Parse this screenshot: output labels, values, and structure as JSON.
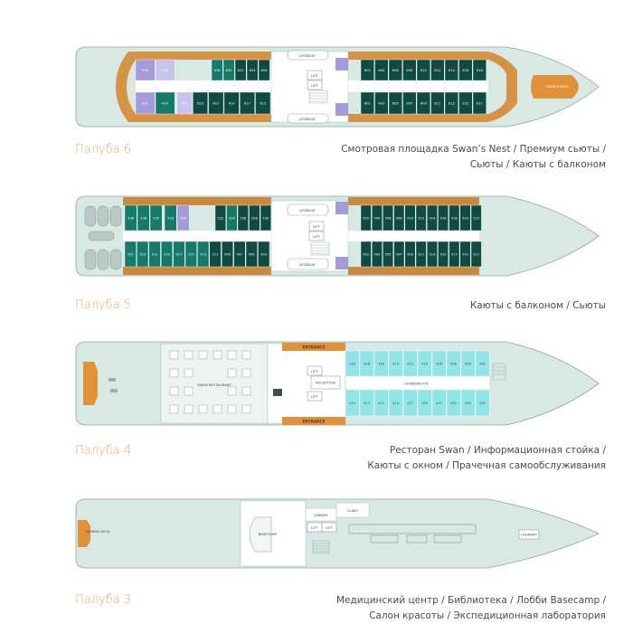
{
  "decks": [
    {
      "title": "Палуба 6",
      "description": [
        "Смотровая площадка Swan’s Nest / Премиум сьюты /",
        "Сьюты / Каюты с балконом"
      ],
      "labels": {
        "swans_nest": "SWAN'S NEST",
        "lifeboat_top": "LIFEBOAT",
        "lifeboat_bottom": "LIFEBOAT",
        "lift": "LIFT",
        "lift2": "LIFT"
      },
      "fwd_top": [
        "602",
        "604",
        "606",
        "608",
        "610",
        "612",
        "614",
        "616",
        "618"
      ],
      "fwd_bottom": [
        "601",
        "603",
        "605",
        "607",
        "609",
        "611",
        "613",
        "615",
        "617"
      ],
      "aft_top": [
        "618",
        "620",
        "622",
        "624",
        "626"
      ],
      "aft_bottom": [
        "625",
        "623",
        "621",
        "619",
        "617",
        "615"
      ],
      "aft_suites": [
        "630",
        "628",
        "631",
        "629"
      ]
    },
    {
      "title": "Палуба 5",
      "description": [
        "Каюты с балконом / Сьюты"
      ],
      "labels": {
        "lifeboat_top": "LIFEBOAT",
        "lifeboat_bottom": "LIFEBOAT",
        "lift": "LIFT",
        "lift2": "LIFT"
      },
      "fwd_top": [
        "502",
        "504",
        "506",
        "508",
        "510",
        "512",
        "514",
        "516",
        "518",
        "520",
        "522"
      ],
      "fwd_bottom": [
        "501",
        "503",
        "505",
        "507",
        "509",
        "511",
        "513",
        "515",
        "517",
        "519",
        "521"
      ],
      "aft_top": [
        "518",
        "520",
        "522",
        "524",
        "526",
        "528",
        "530"
      ],
      "aft_bottom": [
        "525",
        "523",
        "521",
        "519",
        "517",
        "515",
        "513",
        "511",
        "509",
        "507",
        "505",
        "503"
      ],
      "aft_special": [
        "538",
        "536",
        "535"
      ]
    },
    {
      "title": "Палуба 4",
      "description": [
        "Ресторан Swan / Информационная стойка /",
        "Каюты с окном / Прачечная самообслуживания"
      ],
      "labels": {
        "entrance_top": "ENTRANCE",
        "entrance_bottom": "ENTRANCE",
        "reception": "RECEPTION",
        "launderette": "LAUNDERETTE",
        "restaurant": "SWAN RESTAURANT",
        "lift": "LIFT",
        "lift2": "LIFT"
      },
      "top_cabins": [
        "420",
        "418",
        "416",
        "414",
        "412",
        "410",
        "408",
        "406",
        "404",
        "402"
      ],
      "bottom_cabins": [
        "419",
        "417",
        "415",
        "413",
        "411",
        "409",
        "407",
        "405",
        "403",
        "401"
      ]
    },
    {
      "title": "Палуба 3",
      "description": [
        "Медицинский центр / Библиотека / Лобби Basecamp /",
        "Салон красоты / Экспедиционная лаборатория"
      ],
      "labels": {
        "marina_deck": "MARINA DECK",
        "basecamp": "BASECAMP",
        "library": "LIBRARY",
        "clinic": "CLINIC",
        "laundry": "LAUNDRY",
        "lift": "LIFT",
        "lift2": "LIFT"
      }
    }
  ]
}
